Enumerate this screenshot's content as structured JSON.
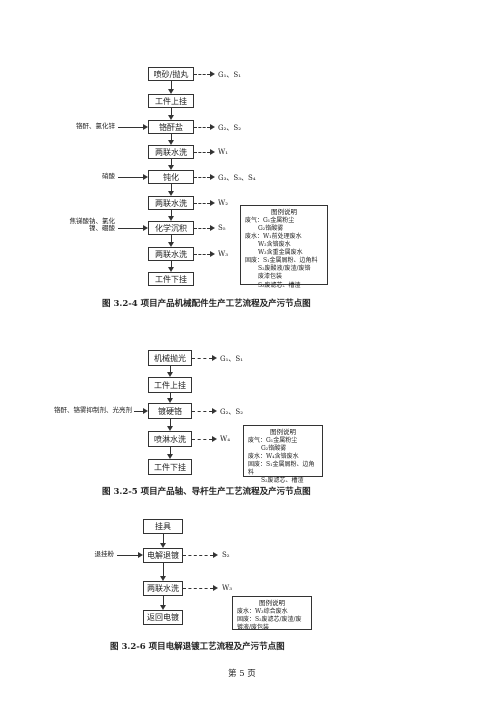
{
  "fig4": {
    "steps": [
      "喷砂/抛丸",
      "工件上挂",
      "铬酐盐",
      "两联水洗",
      "钝化",
      "两联水洗",
      "化学沉积",
      "两联水洗",
      "工件下挂"
    ],
    "outputs": [
      "G₁、S₁",
      "G₂、S₂",
      "W₁",
      "G₃、S₃、S₄",
      "W₂",
      "S₅",
      "W₃"
    ],
    "inputs": [
      "铬酐、氯化锌",
      "硝酸",
      "焦锑酸钠、氯化镍、硼酸"
    ],
    "legend": {
      "title": "图例说明",
      "lines": [
        "废气：G₁金属粉尘",
        "G₂铬酸雾",
        "废水：W₁前处理废水",
        "W₂含铬废水",
        "W₃含重金属废水",
        "固废：S₁金属屑粉、边角料",
        "S₂废酸液/废渣/废铬",
        "废漆包装",
        "S₃废滤芯、槽渣"
      ]
    },
    "caption": "图 3.2-4    项目产品机械配件生产工艺流程及产污节点图"
  },
  "fig5": {
    "steps": [
      "机械抛光",
      "工件上挂",
      "镀硬铬",
      "喷淋水洗",
      "工件下挂"
    ],
    "outputs": [
      "G₁、S₁",
      "G₂、S₂",
      "W₄"
    ],
    "inputs": [
      "铬酐、铬雾抑制剂、光亮剂"
    ],
    "legend": {
      "title": "图例说明",
      "lines": [
        "废气：G₁金属粉尘",
        "G₂铬酸雾",
        "废水：W₄含铬废水",
        "固废：S₁金属屑粉、边角料",
        "S₂废滤芯、槽渣"
      ]
    },
    "caption": "图 3.2-5    项目产品轴、导杆生产工艺流程及产污节点图"
  },
  "fig6": {
    "steps": [
      "挂具",
      "电解退镀",
      "两联水洗",
      "返回电镀"
    ],
    "outputs": [
      "S₂",
      "W₃"
    ],
    "inputs": [
      "退挂粉"
    ],
    "legend": {
      "title": "图例说明",
      "lines": [
        "废水：W₃综合废水",
        "固废：S₂废滤芯/废渣/废",
        "镀液/废包装"
      ]
    },
    "caption": "图 3.2-6    项目电解退镀工艺流程及产污节点图"
  },
  "page_label": "第  5  页"
}
